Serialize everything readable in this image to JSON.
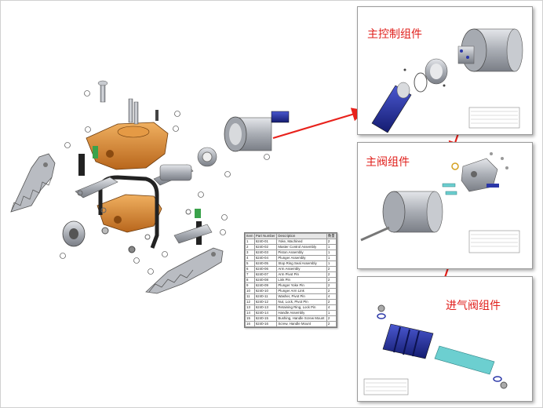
{
  "panels": {
    "main_control": {
      "title": "主控制组件"
    },
    "main_valve": {
      "title": "主阀组件"
    },
    "intake_valve": {
      "title": "进气阀组件"
    }
  },
  "bom": {
    "headers": [
      "Item",
      "Part Number",
      "Description",
      "数量"
    ],
    "rows": [
      [
        "1",
        "6240-01",
        "Yoke, Machined",
        "2"
      ],
      [
        "2",
        "6240-02",
        "Master Control Assembly",
        "1"
      ],
      [
        "3",
        "6240-03",
        "Piston Assembly",
        "1"
      ],
      [
        "4",
        "6240-04",
        "Plunger Assembly",
        "1"
      ],
      [
        "5",
        "6240-05",
        "Stop Ring Seal Assembly",
        "1"
      ],
      [
        "6",
        "6240-06",
        "Arm Assembly",
        "2"
      ],
      [
        "7",
        "6240-07",
        "Arm Pivot Pin",
        "2"
      ],
      [
        "8",
        "6240-08",
        "Link Pin",
        "2"
      ],
      [
        "9",
        "6240-09",
        "Plunger Yoke Pin",
        "2"
      ],
      [
        "10",
        "6240-10",
        "Plunger Arm Link",
        "2"
      ],
      [
        "11",
        "6240-11",
        "Washer, Pivot Pin",
        "4"
      ],
      [
        "12",
        "6240-12",
        "Nut, Lock, Pivot Pin",
        "2"
      ],
      [
        "13",
        "6240-13",
        "Retaining Ring, Lock Pin",
        "4"
      ],
      [
        "14",
        "6240-14",
        "Handle Assembly",
        "1"
      ],
      [
        "15",
        "6240-15",
        "Bushing, Handle Screw Mount",
        "2"
      ],
      [
        "16",
        "6240-16",
        "Screw, Handle Mount",
        "2"
      ]
    ]
  },
  "colors": {
    "arrow": "#e8221c",
    "yoke": "#d9892e",
    "valve_blue": "#2b37a8",
    "teal": "#6ccfd0",
    "steel": "#b4b8bf"
  }
}
